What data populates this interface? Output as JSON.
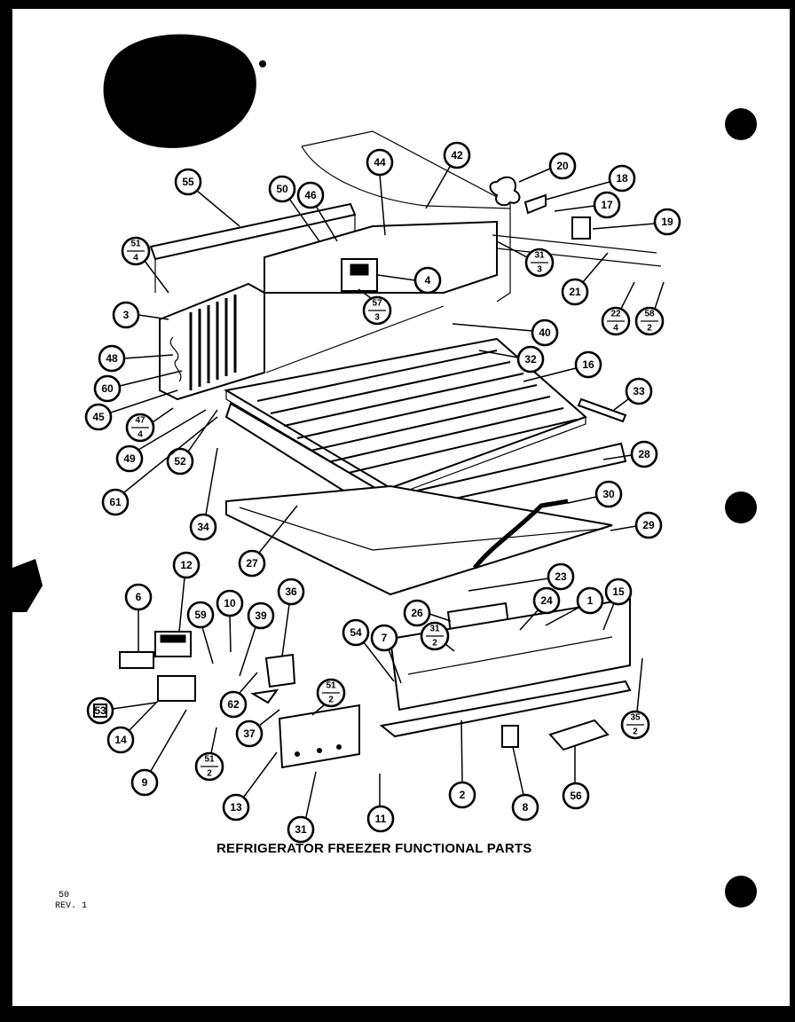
{
  "title": "REFRIGERATOR FREEZER FUNCTIONAL PARTS",
  "page_number": "50",
  "revision": "REV. 1",
  "callouts": [
    {
      "label": "55"
    },
    {
      "label": "50"
    },
    {
      "label": "46"
    },
    {
      "label": "44"
    },
    {
      "label": "42"
    },
    {
      "label": "20"
    },
    {
      "label": "18"
    },
    {
      "label": "17"
    },
    {
      "label": "19"
    },
    {
      "label": "51",
      "den": "4"
    },
    {
      "label": "3"
    },
    {
      "label": "4"
    },
    {
      "label": "57",
      "den": "3"
    },
    {
      "label": "31",
      "den": "3"
    },
    {
      "label": "21"
    },
    {
      "label": "22",
      "den": "4"
    },
    {
      "label": "58",
      "den": "2"
    },
    {
      "label": "48"
    },
    {
      "label": "40"
    },
    {
      "label": "32"
    },
    {
      "label": "60"
    },
    {
      "label": "16"
    },
    {
      "label": "33"
    },
    {
      "label": "45"
    },
    {
      "label": "47",
      "den": "4"
    },
    {
      "label": "49"
    },
    {
      "label": "52"
    },
    {
      "label": "28"
    },
    {
      "label": "61"
    },
    {
      "label": "30"
    },
    {
      "label": "34"
    },
    {
      "label": "29"
    },
    {
      "label": "27"
    },
    {
      "label": "12"
    },
    {
      "label": "36"
    },
    {
      "label": "6"
    },
    {
      "label": "10"
    },
    {
      "label": "59"
    },
    {
      "label": "39"
    },
    {
      "label": "23"
    },
    {
      "label": "15"
    },
    {
      "label": "1"
    },
    {
      "label": "24"
    },
    {
      "label": "26"
    },
    {
      "label": "54"
    },
    {
      "label": "7"
    },
    {
      "label": "31",
      "den": "2"
    },
    {
      "label": "51",
      "den": "2"
    },
    {
      "label": "53"
    },
    {
      "label": "62"
    },
    {
      "label": "14"
    },
    {
      "label": "37"
    },
    {
      "label": "35",
      "den": "2"
    },
    {
      "label": "51",
      "den": "2"
    },
    {
      "label": "9"
    },
    {
      "label": "13"
    },
    {
      "label": "2"
    },
    {
      "label": "8"
    },
    {
      "label": "56"
    },
    {
      "label": "11"
    },
    {
      "label": "31"
    }
  ]
}
